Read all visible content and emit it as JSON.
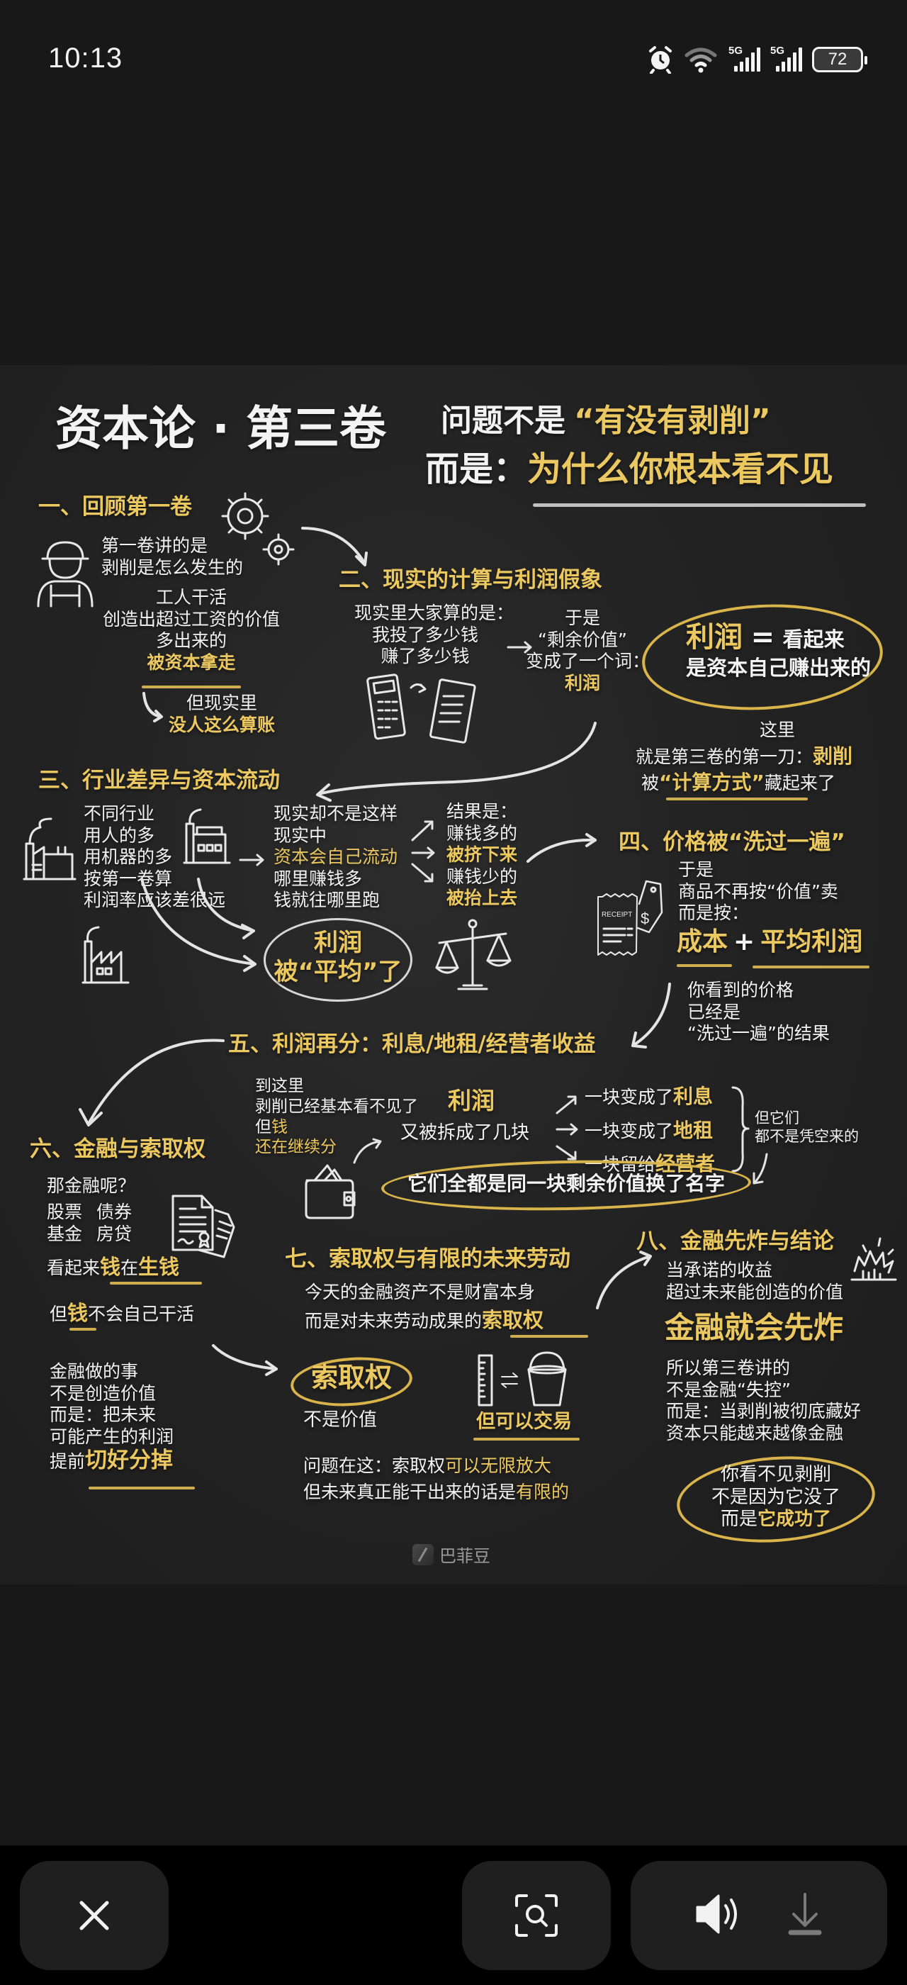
{
  "status_bar": {
    "time": "10:13",
    "icons": [
      "alarm-icon",
      "wifi-icon",
      "signal-5g-sim1-icon",
      "signal-5g-sim2-icon",
      "battery-icon"
    ],
    "network_label_1": "5G",
    "network_label_2": "5G",
    "battery_level": "72"
  },
  "poster": {
    "title": "资本论 · 第三卷",
    "subtitle_line1_prefix": "问题不是",
    "subtitle_line1_highlight": "“有没有剥削”",
    "subtitle_line2_prefix": "而是：",
    "subtitle_line2_highlight": "为什么你根本看不见",
    "colors": {
      "gold": "#ecc860",
      "white": "#f3f3f3",
      "board": "#232323"
    },
    "sections": {
      "s1": {
        "heading": "一、回顾第一卷",
        "intro": [
          "第一卷讲的是",
          "剥削是怎么发生的"
        ],
        "body": [
          "工人干活",
          "创造出超过工资的价值",
          "多出来的"
        ],
        "highlight": "被资本拿走",
        "but_line": "但现实里",
        "but_highlight": "没人这么算账"
      },
      "s2": {
        "heading": "二、现实的计算与利润假象",
        "left": [
          "现实里大家算的是：",
          "我投了多少钱",
          "赚了多少钱"
        ],
        "middle": [
          "于是",
          "“剩余价值”",
          "变成了一个词："
        ],
        "middle_highlight": "利润",
        "oval_key": "利润",
        "oval_eq": "=",
        "oval_line1": "看起来",
        "oval_line2": "是资本自己赚出来的",
        "conclusion_1": "这里",
        "conclusion_2_prefix": "就是第三卷的第一刀：",
        "conclusion_2_highlight": "剥削",
        "conclusion_3_prefix": "被",
        "conclusion_3_highlight": "“计算方式”",
        "conclusion_3_suffix": "藏起来了"
      },
      "s3": {
        "heading": "三、行业差异与资本流动",
        "left": [
          "不同行业",
          "用人的多",
          "用机器的多",
          "按第一卷算",
          "利润率应该差很远"
        ],
        "middle_1": "现实却不是这样",
        "middle_2": "现实中",
        "middle_highlight": "资本会自己流动",
        "middle_3": "哪里赚钱多",
        "middle_4": "钱就往哪里跑",
        "result_1": "结果是：",
        "result_2": "赚钱多的",
        "result_3": "被挤下来",
        "result_4": "赚钱少的",
        "result_5": "被抬上去",
        "oval_line1": "利润",
        "oval_line2": "被“平均”了"
      },
      "s4": {
        "heading": "四、价格被“洗过一遍”",
        "lines": [
          "于是",
          "商品不再按“价值”卖",
          "而是按："
        ],
        "formula_a": "成本",
        "formula_plus": "+",
        "formula_b": "平均利润",
        "receipt_label": "RECEIPT",
        "after": [
          "你看到的价格",
          "已经是",
          "“洗过一遍”的结果"
        ]
      },
      "s5": {
        "heading": "五、利润再分：利息/地租/经营者收益",
        "left_1": "到这里",
        "left_2": "剥削已经基本看不见了",
        "left_3_prefix": "但",
        "left_3_highlight": "钱",
        "left_4": "还在继续分",
        "center_key": "利润",
        "center_line": "又被拆成了几块",
        "branches": [
          {
            "prefix": "一块变成了",
            "highlight": "利息"
          },
          {
            "prefix": "一块变成了",
            "highlight": "地租"
          },
          {
            "prefix": "一块留给",
            "highlight": "经营者"
          }
        ],
        "brace_note": [
          "但它们",
          "都不是凭空来的"
        ],
        "oval_text": "它们全都是同一块剩余价值换了名字"
      },
      "s6": {
        "heading": "六、金融与索取权",
        "question": "那金融呢？",
        "assets_row1": [
          "股票",
          "债券"
        ],
        "assets_row2": [
          "基金",
          "房贷"
        ],
        "looks_prefix": "看起来",
        "looks_h1": "钱",
        "looks_mid": "在",
        "looks_h2": "生钱",
        "but_prefix": "但",
        "but_highlight": "钱",
        "but_suffix": "不会自己干活",
        "finance": [
          "金融做的事",
          "不是创造价值",
          "而是：把未来",
          "可能产生的利润"
        ],
        "finance_last_prefix": "提前",
        "finance_last_highlight": "切好分掉"
      },
      "s7": {
        "heading": "七、索取权与有限的未来劳动",
        "line1": "今天的金融资产不是财富本身",
        "line2_prefix": "而是对未来劳动成果的",
        "line2_highlight": "索取权",
        "oval_text": "索取权",
        "not_value": "不是价值",
        "tradable": "但可以交易",
        "problem_prefix": "问题在这：索取权",
        "problem_highlight": "可以无限放大",
        "limit_prefix": "但未来真正能干出来的话是",
        "limit_highlight": "有限的"
      },
      "s8": {
        "heading": "八、金融先炸与结论",
        "lines": [
          "当承诺的收益",
          "超过未来能创造的价值"
        ],
        "big": "金融就会先炸",
        "after": [
          "所以第三卷讲的",
          "不是金融“失控”",
          "而是：当剥削被彻底藏好",
          "资本只能越来越像金融"
        ],
        "oval_1": "你看不见剥削",
        "oval_2": "不是因为它没了",
        "oval_3_prefix": "而是",
        "oval_3_highlight": "它成功了"
      }
    },
    "watermark": "巴菲豆"
  },
  "bottom_bar": {
    "close_icon": "close-icon",
    "lens_icon": "visual-search-icon",
    "speaker_icon": "speaker-icon",
    "download_icon": "download-icon"
  }
}
